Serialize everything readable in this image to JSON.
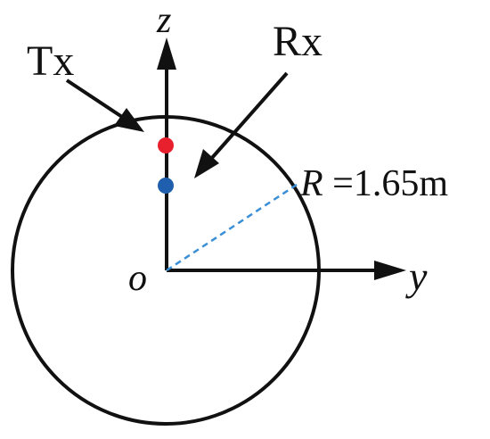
{
  "labels": {
    "tx": "Tx",
    "rx": "Rx",
    "z_axis": "z",
    "y_axis": "y",
    "origin": "o",
    "radius_symbol": "R",
    "radius_value": " =1.65m"
  },
  "colors": {
    "stroke": "#111111",
    "tx_dot": "#e8202e",
    "rx_dot": "#1f5fae",
    "radius_line": "#3b8fd6"
  },
  "icons": {
    "tx_marker": "red-dot",
    "rx_marker": "blue-dot"
  }
}
